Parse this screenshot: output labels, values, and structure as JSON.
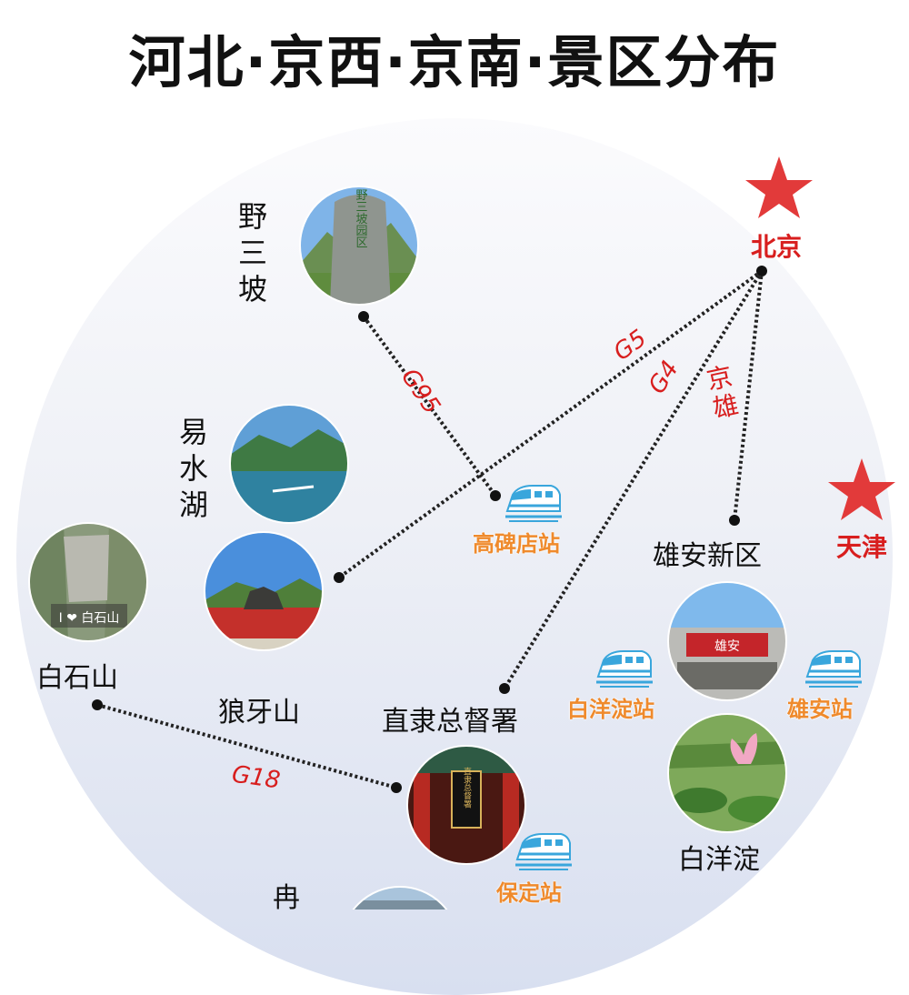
{
  "title": "河北·京西·京南·景区分布",
  "cities": {
    "beijing": "北京",
    "tianjin": "天津"
  },
  "routes": {
    "g95": "G95",
    "g5": "G5",
    "g4": "G4",
    "jingxiong": "京雄",
    "g18": "G18"
  },
  "spots": {
    "yesanpo": "野三坡",
    "yishuihu": "易水湖",
    "baishishan": "白石山",
    "langyashan": "狼牙山",
    "zhili": "直隶总督署",
    "xiongan": "雄安新区",
    "baiyangdian": "白洋淀",
    "ran": "冉"
  },
  "stations": {
    "gaobeidian": "高碑店站",
    "baiyangdian": "白洋淀站",
    "xiongan": "雄安站",
    "baoding": "保定站"
  },
  "photo_text": {
    "yesanpo_stele": "野三坡园区",
    "baishishan_sign": "I ❤ 白石山",
    "xiongan_sign": "雄安",
    "zhili_plaque": "直隶总督署"
  },
  "colors": {
    "star": "#e23a3a",
    "route": "#d81e1e",
    "station": "#ef8a2c",
    "train": "#39a6dc"
  }
}
